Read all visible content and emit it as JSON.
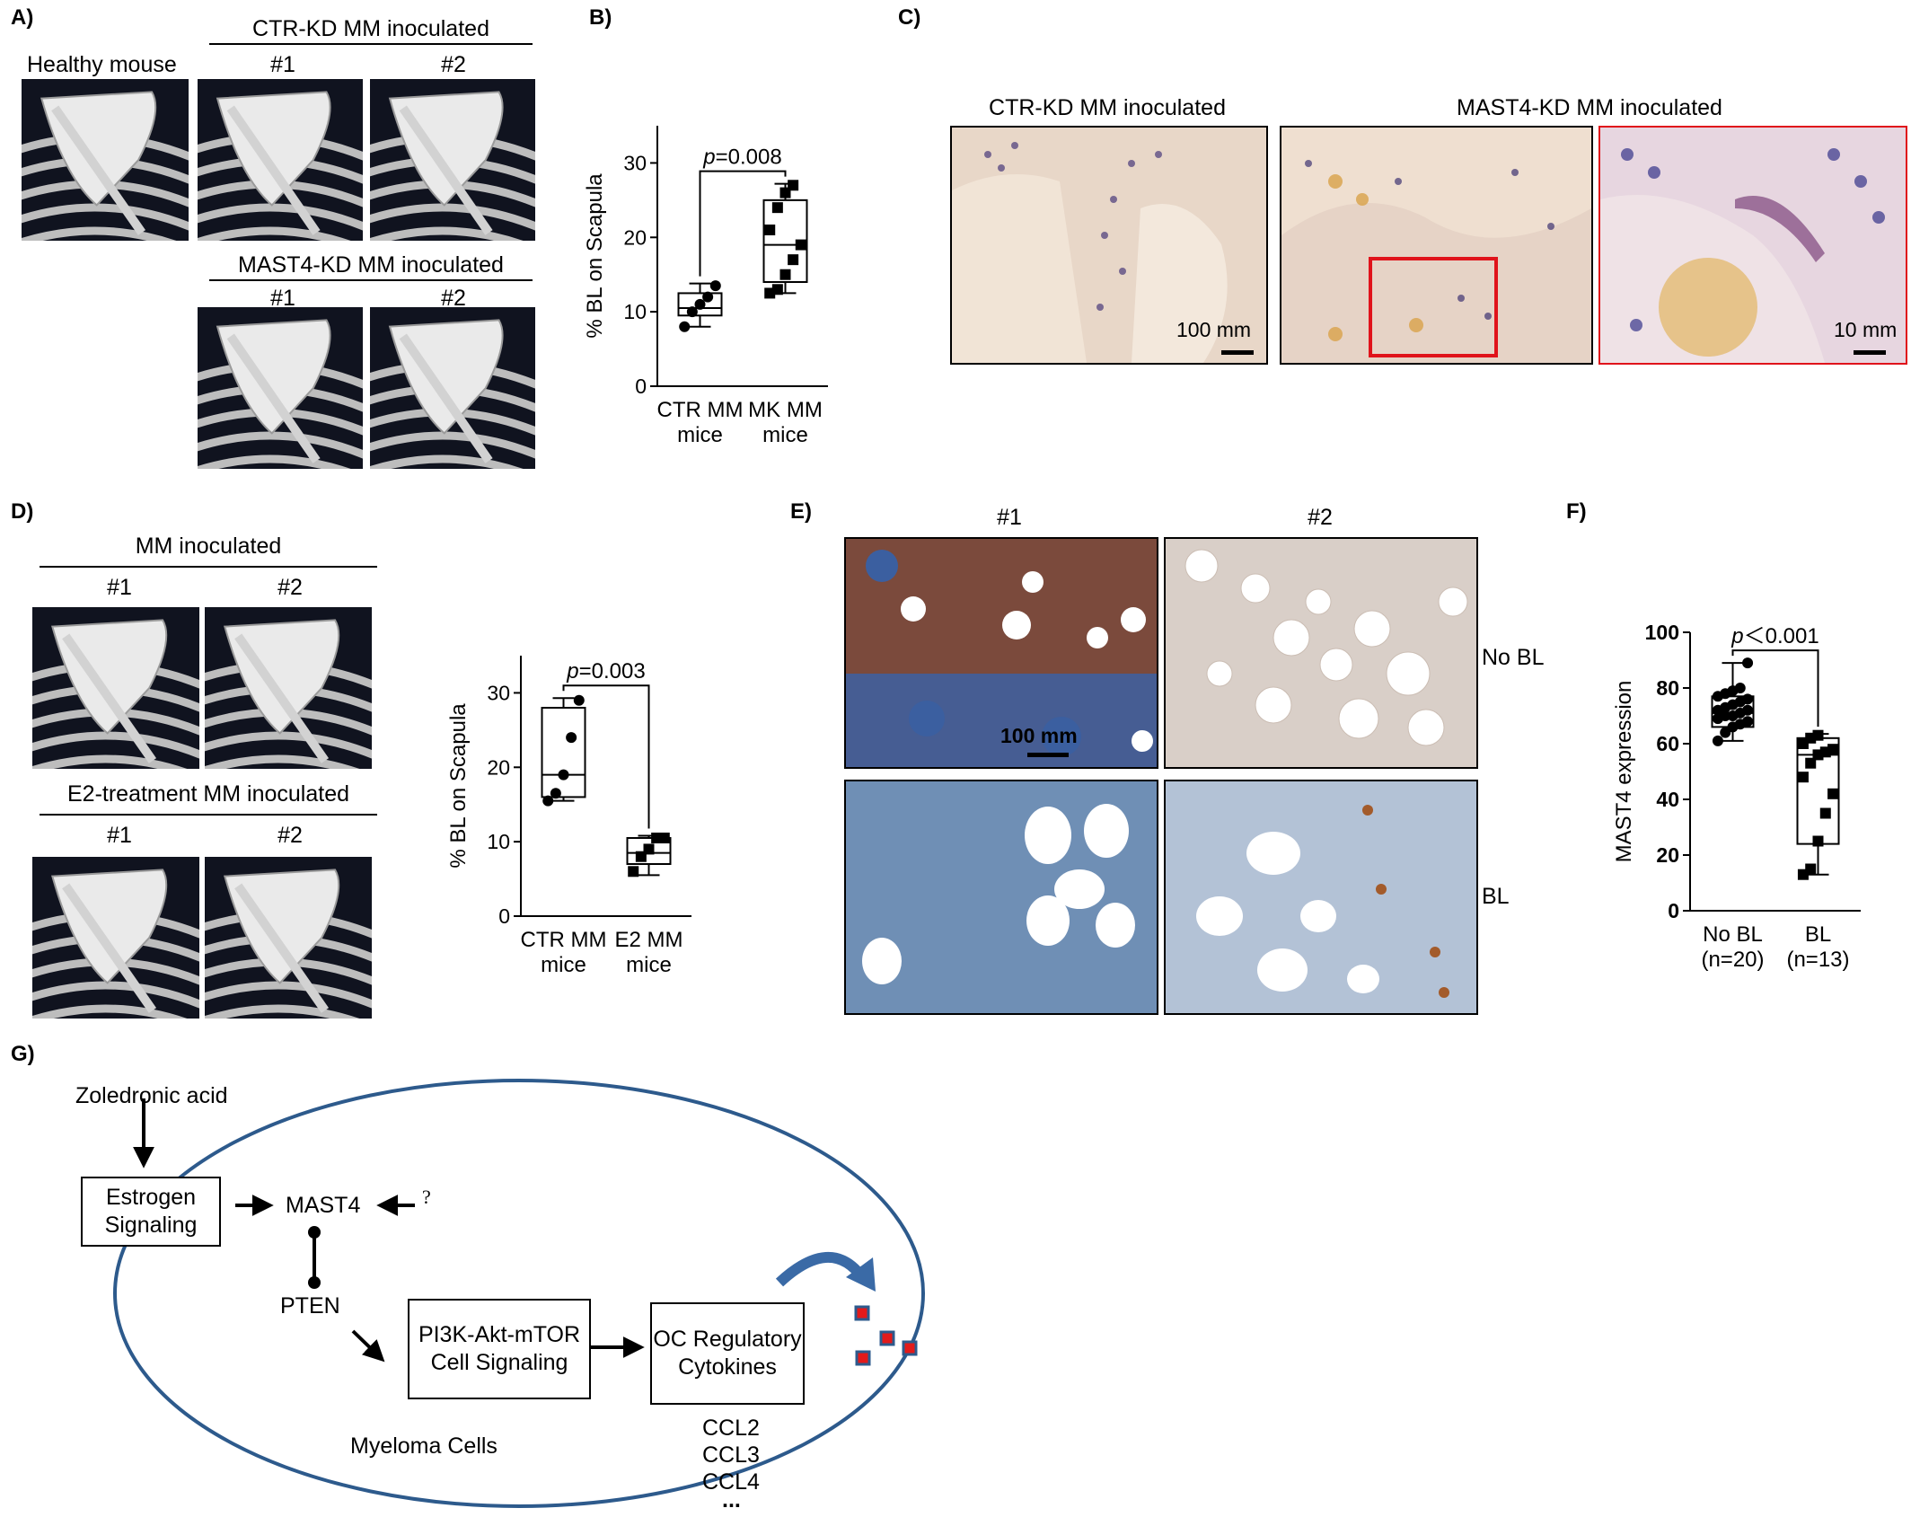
{
  "panel_labels": {
    "a": "A)",
    "b": "B)",
    "c": "C)",
    "d": "D)",
    "e": "E)",
    "f": "F)",
    "g": "G)"
  },
  "panel_a": {
    "healthy": "Healthy mouse",
    "ctr_header": "CTR-KD MM inoculated",
    "mast4_header": "MAST4-KD MM inoculated",
    "n1": "#1",
    "n2": "#2"
  },
  "panel_c": {
    "ctr_header": "CTR-KD MM inoculated",
    "mast4_header": "MAST4-KD MM inoculated",
    "scale1": "100 mm",
    "scale2": "10 mm"
  },
  "panel_d": {
    "mm_header": "MM inoculated",
    "e2_header": "E2-treatment MM inoculated",
    "n1": "#1",
    "n2": "#2"
  },
  "panel_e": {
    "n1": "#1",
    "n2": "#2",
    "row1": "No BL",
    "row2": "BL",
    "scale": "100 mm"
  },
  "panel_g": {
    "zoledronic": "Zoledronic acid",
    "estrogen": "Estrogen Signaling",
    "mast4": "MAST4",
    "question": "?",
    "pten": "PTEN",
    "pi3k": "PI3K-Akt-mTOR Cell Signaling",
    "oc": "OC Regulatory Cytokines",
    "myeloma": "Myeloma Cells",
    "ccl2": "CCL2",
    "ccl3": "CCL3",
    "ccl4": "CCL4",
    "ellipsis": "..."
  },
  "chart_data": [
    {
      "id": "B",
      "type": "box",
      "ylabel": "% BL on Scapula",
      "ylim": [
        0,
        35
      ],
      "yticks": [
        0,
        10,
        20,
        30
      ],
      "categories": [
        "CTR MM mice",
        "MK MM mice"
      ],
      "annotation": {
        "label": "p",
        "text": "=0.008"
      },
      "series": [
        {
          "values": [
            8,
            10,
            11,
            12,
            13.5
          ],
          "box": {
            "min": 8,
            "q1": 9.5,
            "median": 10.5,
            "q3": 12.5,
            "max": 13.8
          },
          "marker": "circle"
        },
        {
          "values": [
            12.5,
            13,
            15,
            17,
            19,
            21,
            24,
            26,
            27
          ],
          "box": {
            "min": 12.5,
            "q1": 14,
            "median": 19,
            "q3": 25,
            "max": 27.2
          },
          "marker": "square"
        }
      ]
    },
    {
      "id": "D",
      "type": "box",
      "ylabel": "% BL on Scapula",
      "ylim": [
        0,
        35
      ],
      "yticks": [
        0,
        10,
        20,
        30
      ],
      "categories": [
        "CTR MM mice",
        "E2 MM mice"
      ],
      "annotation": {
        "label": "p",
        "text": "=0.003"
      },
      "series": [
        {
          "values": [
            15.5,
            16.5,
            19,
            24,
            29
          ],
          "box": {
            "min": 15.5,
            "q1": 16,
            "median": 19,
            "q3": 28,
            "max": 29.3
          },
          "marker": "circle"
        },
        {
          "values": [
            6,
            8,
            9,
            10.5,
            10.5
          ],
          "box": {
            "min": 5.5,
            "q1": 7,
            "median": 8.5,
            "q3": 10.5,
            "max": 10.8
          },
          "marker": "square"
        }
      ]
    },
    {
      "id": "F",
      "type": "box",
      "ylabel": "MAST4 expression",
      "ylim": [
        0,
        100
      ],
      "yticks": [
        0,
        20,
        40,
        60,
        80,
        100
      ],
      "categories": [
        "No BL (n=20)",
        "BL (n=13)"
      ],
      "annotation": {
        "label": "p",
        "text": "＜0.001"
      },
      "series": [
        {
          "values": [
            61,
            64,
            66,
            67,
            68,
            69,
            70,
            70,
            71,
            72,
            72,
            73,
            74,
            75,
            76,
            77,
            78,
            79,
            80,
            89
          ],
          "box": {
            "min": 61,
            "q1": 66,
            "median": 71,
            "q3": 77,
            "max": 89
          },
          "marker": "circle"
        },
        {
          "values": [
            13,
            15,
            25,
            35,
            42,
            48,
            53,
            56,
            57,
            58,
            60,
            62,
            63
          ],
          "box": {
            "min": 13,
            "q1": 24,
            "median": 56,
            "q3": 62,
            "max": 63.5
          },
          "marker": "square"
        }
      ]
    }
  ]
}
